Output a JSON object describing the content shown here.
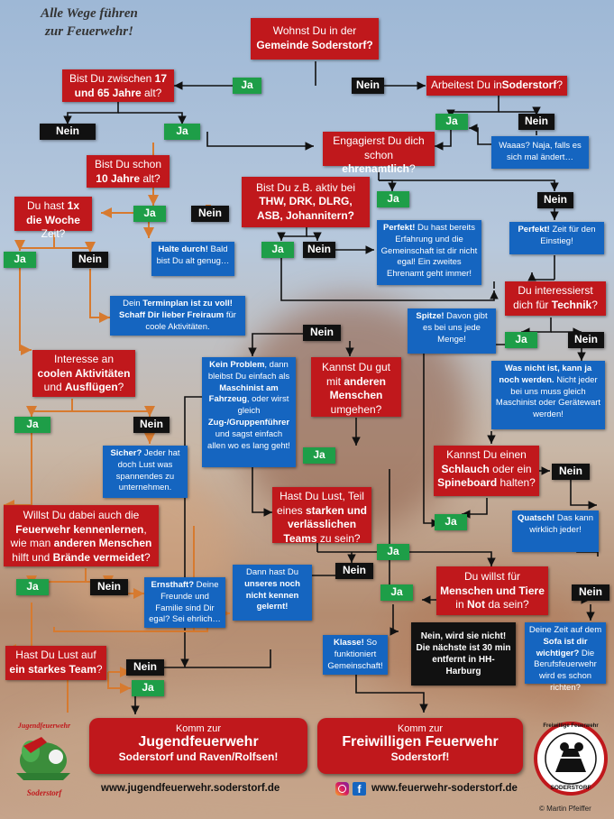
{
  "title": {
    "line1": "Alle Wege führen",
    "line2": "zur Feuerwehr!"
  },
  "common": {
    "ja": "Ja",
    "nein": "Nein"
  },
  "boxes": {
    "wohnst_1": "Wohnst Du in der",
    "wohnst_2": "Gemeinde Soderstorf?",
    "alter_1": "Bist Du zwischen ",
    "alter_2": "17",
    "alter_3": "und 65 Jahre",
    "alter_4": " alt?",
    "arbeit_1": "Arbeitest Du in ",
    "arbeit_2": "Soderstorf",
    "arbeit_3": "?",
    "waaas": "Waaas? Naja, falls es sich mal ändert…",
    "ehren_1": "Engagierst Du dich schon ",
    "ehren_2": "ehrenamtlich",
    "ehren_3": "?",
    "zehn_1": "Bist Du schon",
    "zehn_2": "10 Jahre",
    "zehn_3": " alt?",
    "thw_1": "Bist Du z.B. aktiv bei",
    "thw_2": "THW, DRK, DLRG, ASB, Johannitern?",
    "woche_1": "Du hast ",
    "woche_2": "1x die Woche",
    "woche_3": " Zeit?",
    "halte_1": "Halte durch!",
    "halte_2": " Bald bist Du alt genug…",
    "perfekt1_1": "Perfekt!",
    "perfekt1_2": " Du hast bereits Erfahrung und die Gemeinschaft ist dir nicht egal! Ein zweites Ehrenamt geht immer!",
    "perfekt2_1": "Perfekt!",
    "perfekt2_2": " Zeit für den Einstieg!",
    "technik_1": "Du interessierst dich für ",
    "technik_2": "Technik",
    "technik_3": "?",
    "termin_1": "Dein ",
    "termin_2": "Terminplan ist zu voll! Schaff Dir lieber Freiraum",
    "termin_3": " für coole Aktivitäten.",
    "spitze_1": "Spitze!",
    "spitze_2": " Davon gibt es bei uns jede Menge!",
    "cool_1": "Interesse an ",
    "cool_2": "coolen Aktivitäten",
    "cool_3": " und ",
    "cool_4": "Ausflügen",
    "cool_5": "?",
    "problem_1": "Kein Problem",
    "problem_2": ", dann bleibst Du einfach als ",
    "problem_3": "Maschinist am Fahrzeug",
    "problem_4": ", oder wirst gleich ",
    "problem_5": "Zug-/Gruppenführer",
    "problem_6": " und sagst einfach allen wo es lang geht!",
    "gut_1": "Kannst Du gut mit ",
    "gut_2": "anderen Menschen",
    "gut_3": " umgehen?",
    "wasnicht_1": "Was nicht ist, kann ja noch werden.",
    "wasnicht_2": " Nicht jeder bei uns muss gleich Maschinist oder Gerätewart werden!",
    "sicher_1": "Sicher?",
    "sicher_2": " Jeder hat doch Lust was spannendes zu unternehmen.",
    "schlauch_1": "Kannst Du einen ",
    "schlauch_2": "Schlauch",
    "schlauch_3": " oder ein ",
    "schlauch_4": "Spineboard",
    "schlauch_5": " halten?",
    "kennen_1": "Willst Du dabei auch die ",
    "kennen_2": "Feuerwehr kennenlernen",
    "kennen_3": ", wie man ",
    "kennen_4": "anderen Menschen",
    "kennen_5": " hilft und ",
    "kennen_6": "Brände vermeidet",
    "kennen_7": "?",
    "teams_1": "Hast Du Lust, Teil eines ",
    "teams_2": "starken und verlässlichen Teams",
    "teams_3": " zu sein?",
    "quatsch_1": "Quatsch!",
    "quatsch_2": " Das kann wirklich jeder!",
    "ernst_1": "Ernsthaft?",
    "ernst_2": " Deine Freunde und Familie sind Dir egal? Sei ehrlich…",
    "unseres_1": "Dann hast Du ",
    "unseres_2": "unseres noch nicht kennen gelernt!",
    "tiere_1": "Du willst für ",
    "tiere_2": "Menschen und Tiere",
    "tiere_3": " in ",
    "tiere_4": "Not",
    "tiere_5": " da sein?",
    "team_1": "Hast Du Lust auf ",
    "team_2": "ein starkes Team",
    "team_3": "?",
    "klasse_1": "Klasse!",
    "klasse_2": " So funktioniert Gemeinschaft!",
    "harburg": "Nein, wird sie nicht! Die nächste ist 30 min entfernt in HH-Harburg",
    "sofa_1": "Deine Zeit auf dem ",
    "sofa_2": "Sofa ist dir wichtiger?",
    "sofa_3": " Die Berufsfeuerwehr wird es schon richten?"
  },
  "finals": {
    "jf_1": "Komm zur",
    "jf_2": "Jugendfeuerwehr",
    "jf_3": "Soderstorf und Raven/Rolfsen!",
    "ff_1": "Komm zur",
    "ff_2": "Freiwilligen Feuerwehr",
    "ff_3": "Soderstorf!"
  },
  "logos": {
    "jf_logo_top": "Jugendfeuerwehr",
    "jf_logo_bottom": "Soderstorf",
    "ff_logo_top": "Freiwillige Feuerwehr",
    "ff_logo_bottom": "SODERSTORF"
  },
  "footer": {
    "url_jf": "www.jugendfeuerwehr.soderstorf.de",
    "url_ff": "www.feuerwehr-soderstorf.de",
    "copyright": "© Martin Pfeiffer"
  },
  "colors": {
    "red": "#c0181c",
    "blue": "#1565c0",
    "green": "#1e9e48",
    "black": "#111111",
    "line_dark": "#111111",
    "line_orange": "#d77a2f"
  },
  "icons": [
    "instagram-icon",
    "facebook-icon"
  ]
}
